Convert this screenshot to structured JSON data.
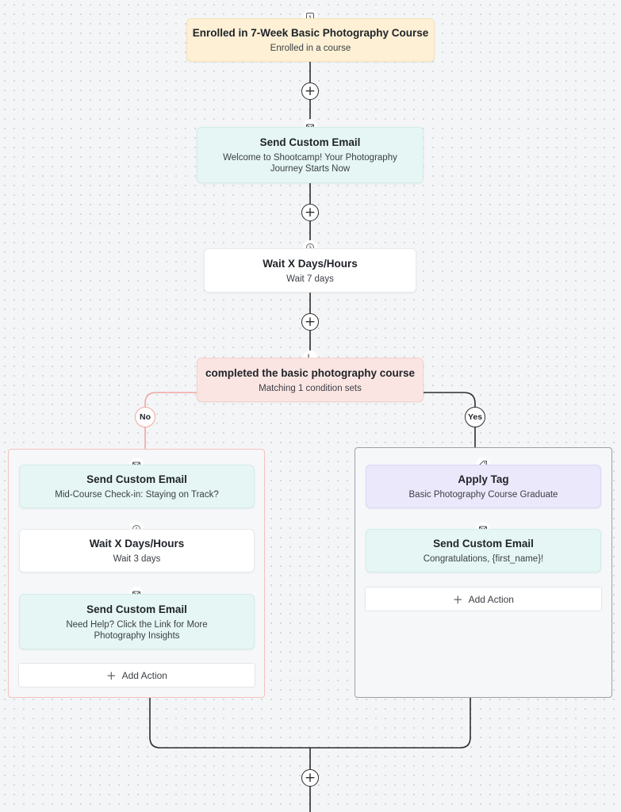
{
  "trigger": {
    "title": "Enrolled in 7-Week Basic Photography Course",
    "subtitle": "Enrolled in a course",
    "icon": "lightning-icon"
  },
  "steps": [
    {
      "title": "Send Custom Email",
      "subtitle": "Welcome to Shootcamp! Your Photography Journey Starts Now",
      "icon": "email-icon"
    },
    {
      "title": "Wait X Days/Hours",
      "subtitle": "Wait 7 days",
      "icon": "clock-icon"
    }
  ],
  "condition": {
    "title": "completed the basic photography course",
    "subtitle": "Matching 1 condition sets",
    "icon": "branch-icon"
  },
  "branches": {
    "no": {
      "label": "No",
      "steps": [
        {
          "title": "Send Custom Email",
          "subtitle": "Mid-Course Check-in: Staying on Track?",
          "icon": "email-icon"
        },
        {
          "title": "Wait X Days/Hours",
          "subtitle": "Wait 3 days",
          "icon": "clock-icon"
        },
        {
          "title": "Send Custom Email",
          "subtitle": "Need Help? Click the Link for More Photography Insights",
          "icon": "email-icon"
        }
      ],
      "add_action": "Add Action"
    },
    "yes": {
      "label": "Yes",
      "steps": [
        {
          "title": "Apply Tag",
          "subtitle": "Basic Photography Course Graduate",
          "icon": "tag-icon"
        },
        {
          "title": "Send Custom Email",
          "subtitle": "Congratulations, {first_name}!",
          "icon": "email-icon"
        }
      ],
      "add_action": "Add Action"
    }
  },
  "colors": {
    "no_branch": "#f2a7a0",
    "yes_branch": "#2d2d2d",
    "trigger": "#fdf0d5",
    "email": "#e5f6f4",
    "condition": "#fbe5e2",
    "tag": "#ebe8fb"
  }
}
